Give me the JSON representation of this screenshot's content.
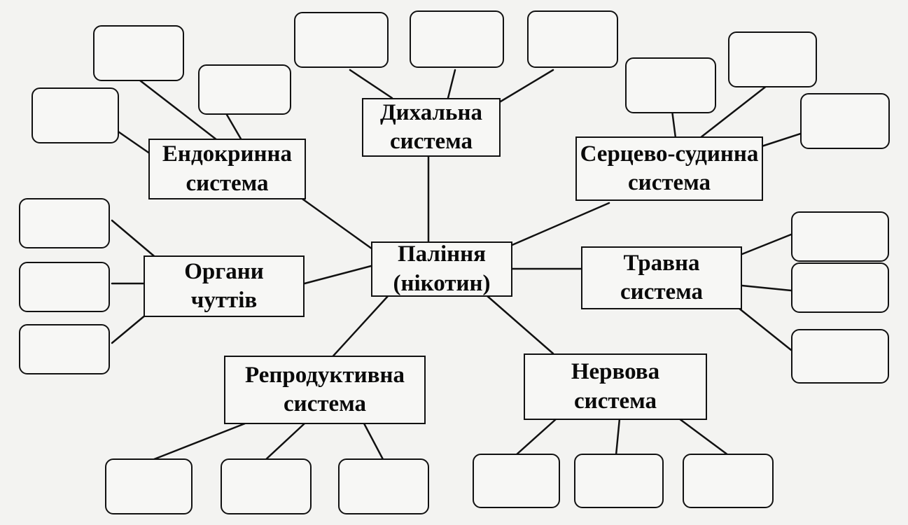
{
  "diagram": {
    "center": {
      "line1": "Паління",
      "line2": "(нікотин)"
    },
    "systems": {
      "respiratory": {
        "line1": "Дихальна",
        "line2": "система"
      },
      "endocrine": {
        "line1": "Ендокринна",
        "line2": "система"
      },
      "cardiovascular": {
        "line1": "Серцево-судинна",
        "line2": "система"
      },
      "senses": {
        "line1": "Органи",
        "line2": "чуттів"
      },
      "digestive": {
        "line1": "Травна",
        "line2": "система"
      },
      "reproductive": {
        "line1": "Репродуктивна",
        "line2": "система"
      },
      "nervous": {
        "line1": "Нервова",
        "line2": "система"
      }
    },
    "colors": {
      "stroke": "#111111",
      "paper": "#f3f3f1"
    }
  }
}
